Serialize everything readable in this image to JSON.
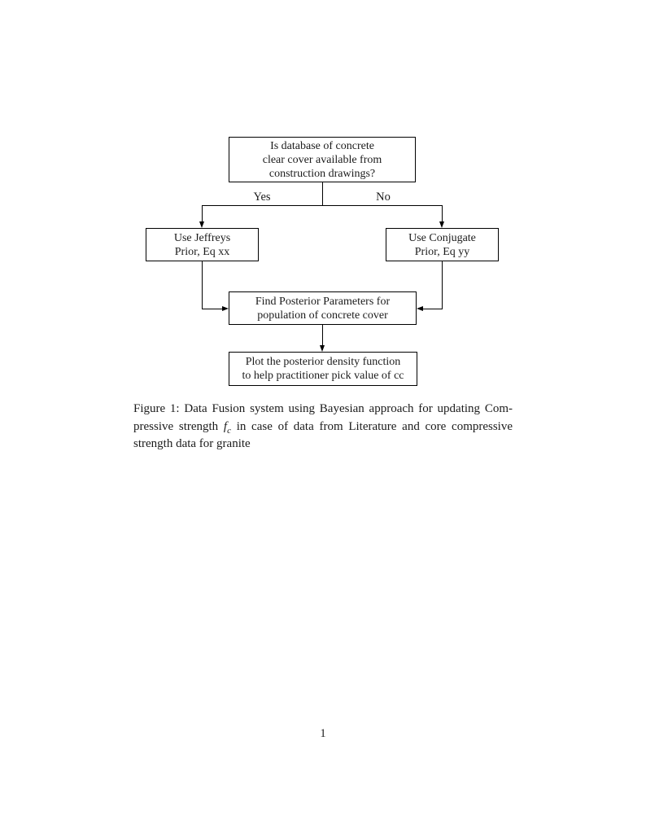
{
  "page": {
    "number": "1",
    "background": "#ffffff"
  },
  "colors": {
    "ink": "#1b1b1b",
    "line": "#000000",
    "node_border": "#000000",
    "node_fill": "#ffffff"
  },
  "flowchart": {
    "nodes": {
      "question": {
        "lines": [
          "Is database of concrete",
          "clear cover available from",
          "construction drawings?"
        ]
      },
      "jeffreys": {
        "lines": [
          "Use Jeffreys",
          "Prior, Eq xx"
        ]
      },
      "conjugate": {
        "lines": [
          "Use Conjugate",
          "Prior, Eq yy"
        ]
      },
      "posterior": {
        "lines": [
          "Find Posterior Parameters for",
          "population of concrete cover"
        ]
      },
      "plot": {
        "lines": [
          "Plot the posterior density function",
          "to help practitioner pick value of cc"
        ]
      }
    },
    "edge_labels": {
      "yes": "Yes",
      "no": "No"
    }
  },
  "caption": {
    "line1": "Figure 1: Data Fusion system using Bayesian approach for updating Com-",
    "line2_pre": "pressive strength",
    "math_base": "f",
    "math_sub": "c",
    "line2_post": "in case of data from Literature and core compressive",
    "line3": "strength data for granite"
  }
}
